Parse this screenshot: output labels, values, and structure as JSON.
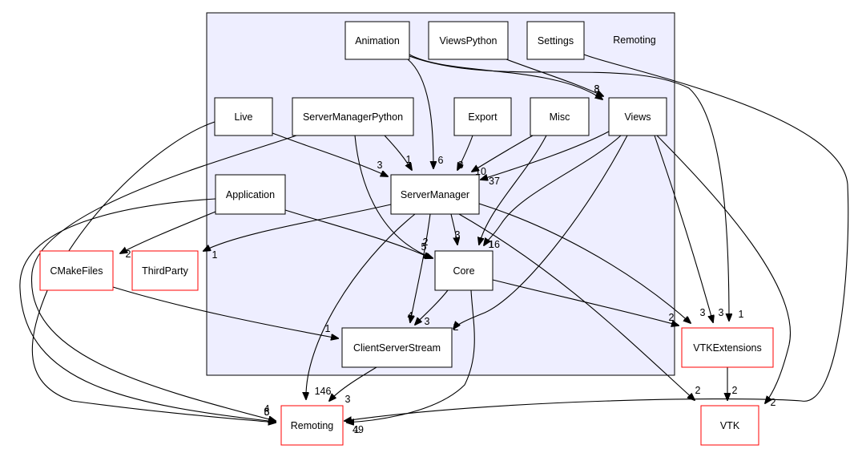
{
  "cluster": {
    "label": "Remoting",
    "fill": "#eeeeff",
    "border": "#000000"
  },
  "nodes": [
    {
      "id": "animation",
      "label": "Animation",
      "kind": "inner"
    },
    {
      "id": "viewspython",
      "label": "ViewsPython",
      "kind": "inner"
    },
    {
      "id": "settings",
      "label": "Settings",
      "kind": "inner"
    },
    {
      "id": "live",
      "label": "Live",
      "kind": "inner"
    },
    {
      "id": "servermanagerpython",
      "label": "ServerManagerPython",
      "kind": "inner"
    },
    {
      "id": "export",
      "label": "Export",
      "kind": "inner"
    },
    {
      "id": "misc",
      "label": "Misc",
      "kind": "inner"
    },
    {
      "id": "views",
      "label": "Views",
      "kind": "inner"
    },
    {
      "id": "application",
      "label": "Application",
      "kind": "inner"
    },
    {
      "id": "servermanager",
      "label": "ServerManager",
      "kind": "inner"
    },
    {
      "id": "core",
      "label": "Core",
      "kind": "inner"
    },
    {
      "id": "clientserverstream",
      "label": "ClientServerStream",
      "kind": "inner"
    },
    {
      "id": "cmakefiles",
      "label": "CMakeFiles",
      "kind": "external"
    },
    {
      "id": "thirdparty",
      "label": "ThirdParty",
      "kind": "external"
    },
    {
      "id": "vtkextensions",
      "label": "VTKExtensions",
      "kind": "external"
    },
    {
      "id": "remoting",
      "label": "Remoting",
      "kind": "external"
    },
    {
      "id": "vtk",
      "label": "VTK",
      "kind": "external"
    }
  ],
  "edges": [
    {
      "from": "animation",
      "to": "servermanager",
      "label": "6"
    },
    {
      "from": "animation",
      "to": "views",
      "label": "8"
    },
    {
      "from": "animation",
      "to": "vtkextensions",
      "label": "1"
    },
    {
      "from": "viewspython",
      "to": "views",
      "label": "3"
    },
    {
      "from": "settings",
      "to": "remoting",
      "label": "1"
    },
    {
      "from": "live",
      "to": "servermanager",
      "label": "3"
    },
    {
      "from": "live",
      "to": "remoting",
      "label": "4"
    },
    {
      "from": "servermanagerpython",
      "to": "servermanager",
      "label": "1"
    },
    {
      "from": "servermanagerpython",
      "to": "core",
      "label": "2"
    },
    {
      "from": "servermanagerpython",
      "to": "remoting",
      "label": "5"
    },
    {
      "from": "export",
      "to": "servermanager",
      "label": "3"
    },
    {
      "from": "misc",
      "to": "servermanager",
      "label": "10"
    },
    {
      "from": "misc",
      "to": "core",
      "label": "1"
    },
    {
      "from": "views",
      "to": "servermanager",
      "label": "37"
    },
    {
      "from": "views",
      "to": "core",
      "label": "16"
    },
    {
      "from": "views",
      "to": "clientserverstream",
      "label": "2"
    },
    {
      "from": "views",
      "to": "vtkextensions",
      "label": "3"
    },
    {
      "from": "views",
      "to": "vtk",
      "label": "2"
    },
    {
      "from": "application",
      "to": "cmakefiles",
      "label": "2"
    },
    {
      "from": "application",
      "to": "core",
      "label": "5"
    },
    {
      "from": "application",
      "to": "remoting",
      "label": "6"
    },
    {
      "from": "servermanager",
      "to": "thirdparty",
      "label": "1"
    },
    {
      "from": "servermanager",
      "to": "core",
      "label": "3"
    },
    {
      "from": "servermanager",
      "to": "clientserverstream",
      "label": "4"
    },
    {
      "from": "servermanager",
      "to": "remoting",
      "label": "146"
    },
    {
      "from": "servermanager",
      "to": "vtkextensions",
      "label": "3"
    },
    {
      "from": "servermanager",
      "to": "vtk",
      "label": "2"
    },
    {
      "from": "core",
      "to": "clientserverstream",
      "label": "3"
    },
    {
      "from": "core",
      "to": "remoting",
      "label": "49"
    },
    {
      "from": "core",
      "to": "vtkextensions",
      "label": "2"
    },
    {
      "from": "clientserverstream",
      "to": "remoting",
      "label": "3"
    },
    {
      "from": "cmakefiles",
      "to": "clientserverstream",
      "label": "1"
    },
    {
      "from": "vtkextensions",
      "to": "vtk",
      "label": "2"
    }
  ]
}
